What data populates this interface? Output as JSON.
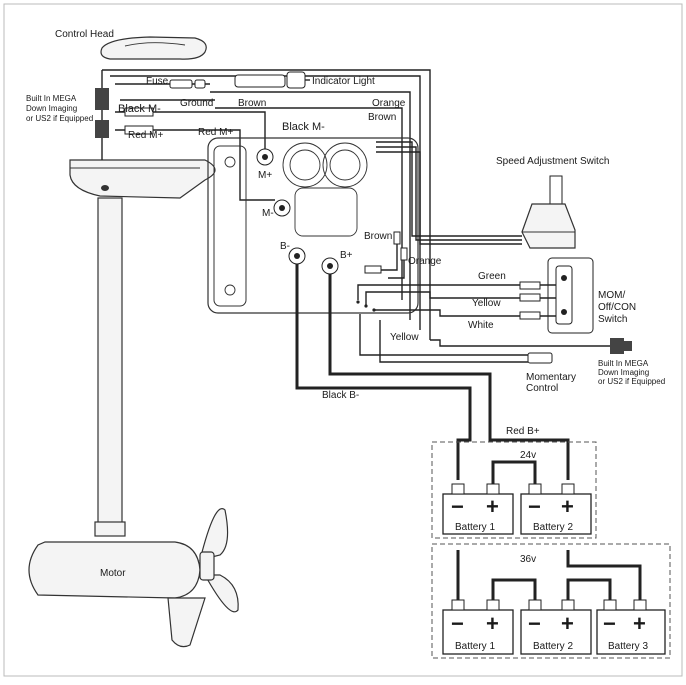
{
  "labels": {
    "control_head": "Control Head",
    "fuse": "Fuse",
    "indicator_light": "Indicator Light",
    "ground": "Ground",
    "brown_top": "Brown",
    "orange_top": "Orange",
    "brown_right": "Brown",
    "black_m_left": "Black M-",
    "black_m_right": "Black M-",
    "red_m_plus_left": "Red M+",
    "red_m_plus_right": "Red M+",
    "m_plus": "M+",
    "m_minus": "M-",
    "b_minus": "B-",
    "b_plus": "B+",
    "brown_mid": "Brown",
    "orange_mid": "Orange",
    "green": "Green",
    "yellow_right": "Yellow",
    "white": "White",
    "yellow_low": "Yellow",
    "speed_switch": "Speed Adjustment Switch",
    "mom_switch": [
      "MOM/",
      "Off/CON",
      "Switch"
    ],
    "built_in_left": [
      "Built In MEGA",
      "Down Imaging",
      "or US2 if Equipped"
    ],
    "built_in_right": [
      "Built In MEGA",
      "Down Imaging",
      "or US2 if Equipped"
    ],
    "momentary_control": [
      "Momentary",
      "Control"
    ],
    "black_b_minus": "Black B-",
    "red_b_plus": "Red B+",
    "motor": "Motor",
    "v24": "24v",
    "v36": "36v"
  },
  "batteries_24v": [
    "Battery 1",
    "Battery 2"
  ],
  "batteries_36v": [
    "Battery 1",
    "Battery 2",
    "Battery 3"
  ],
  "signs": {
    "minus": "−",
    "plus": "+"
  }
}
